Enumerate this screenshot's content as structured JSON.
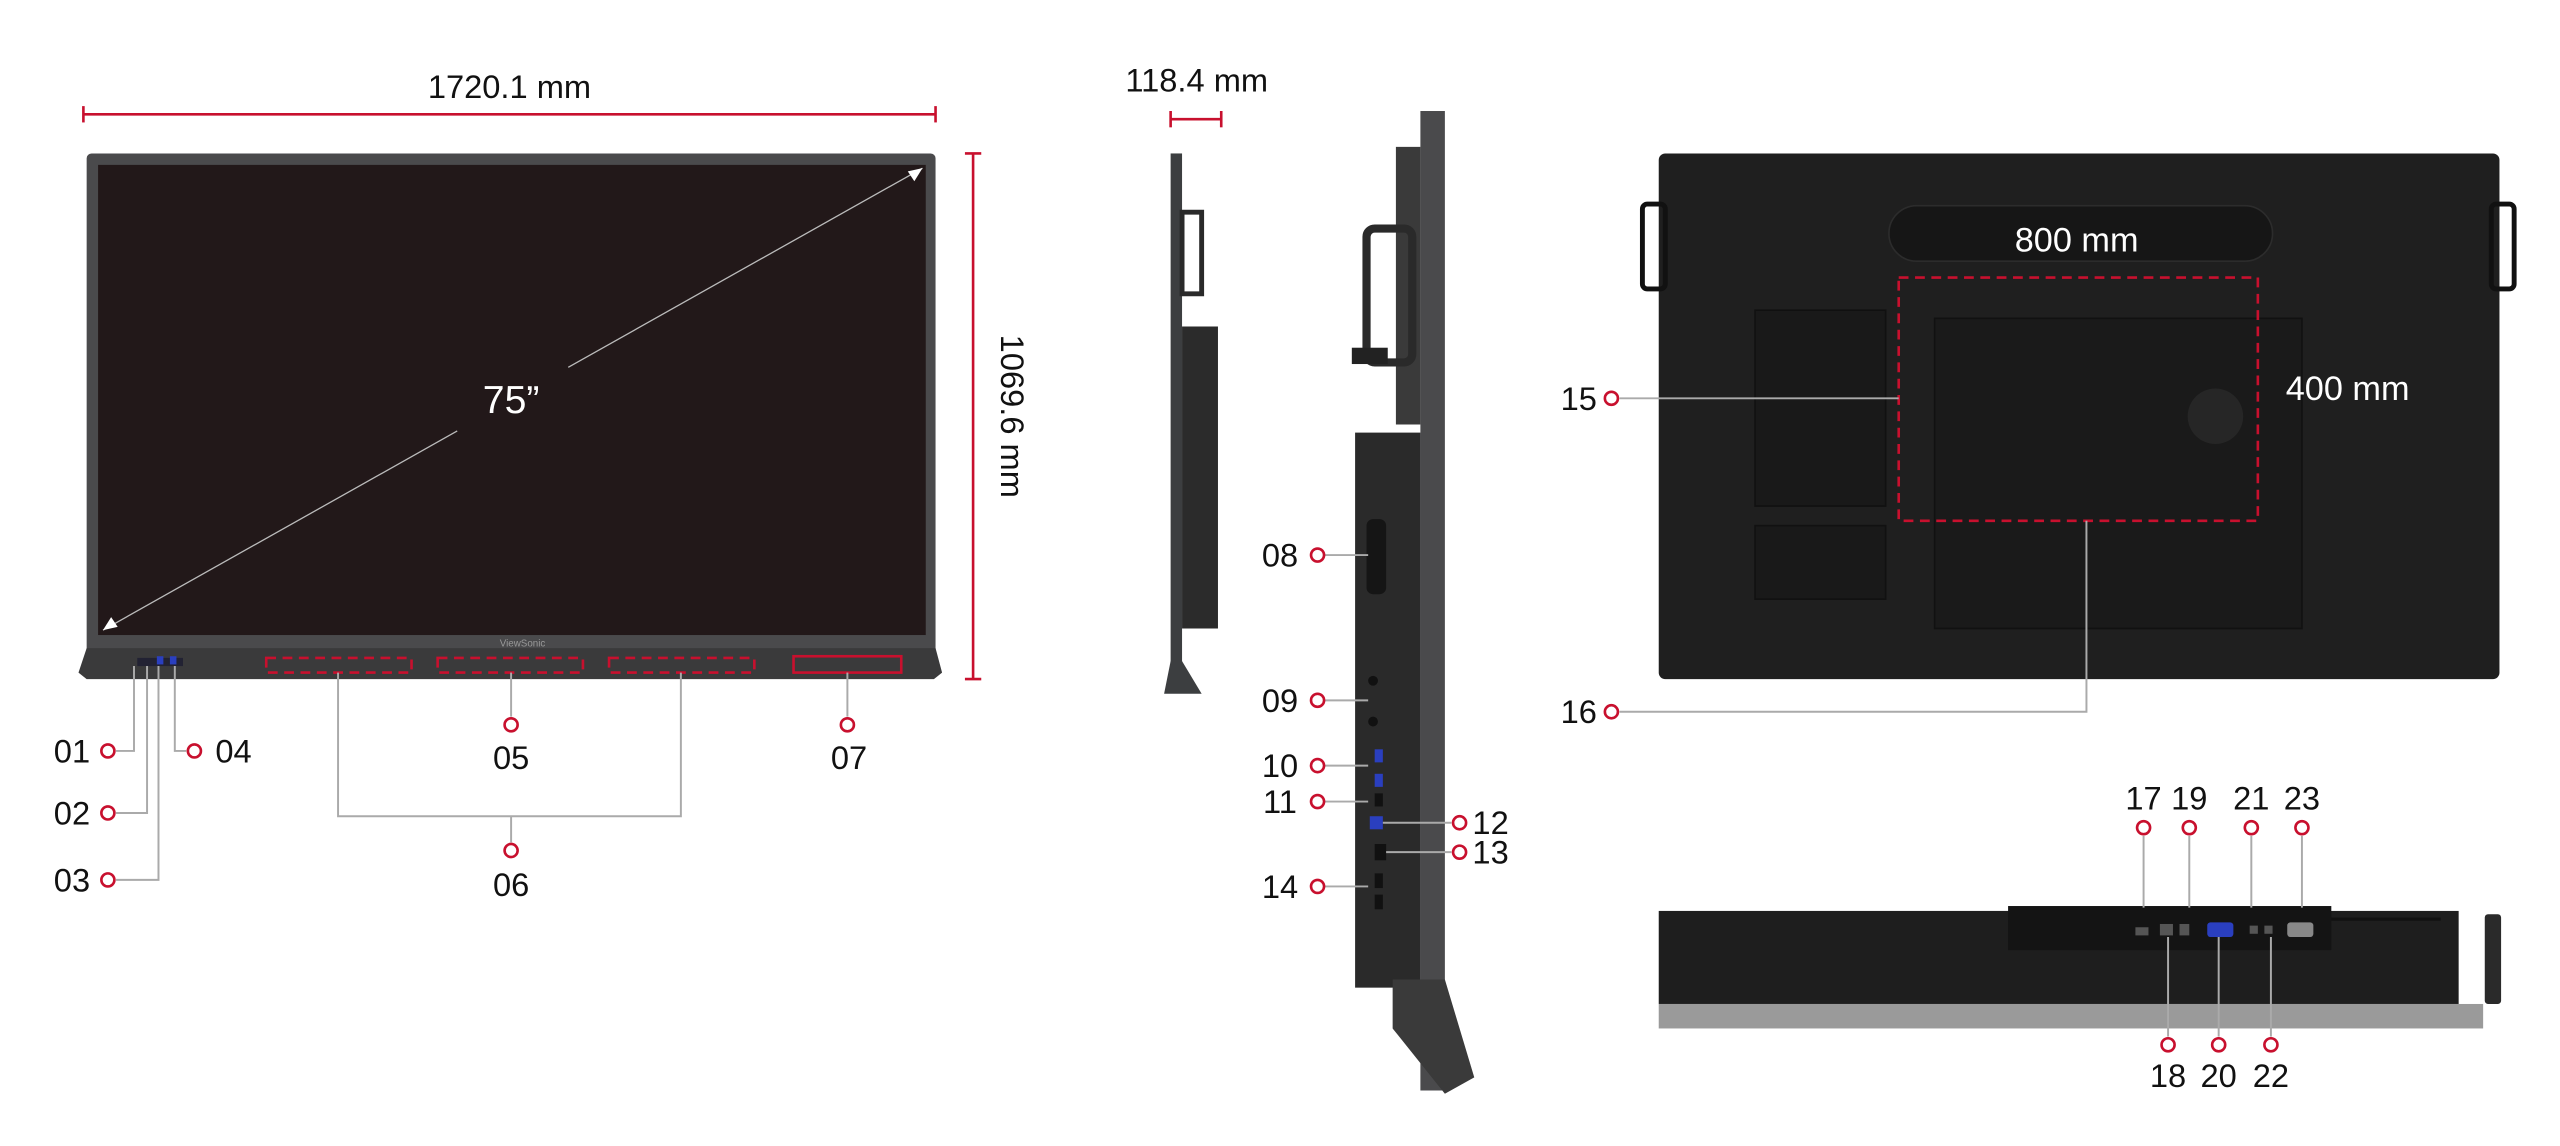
{
  "front_view": {
    "width_label": "1720.1 mm",
    "height_label": "1069.6 mm",
    "diagonal_label": "75”",
    "brand": "ViewSonic"
  },
  "side_view": {
    "depth_label": "118.4 mm"
  },
  "back_view": {
    "vesa_width_label": "800  mm",
    "vesa_height_label": "400  mm"
  },
  "callouts": {
    "c01": "01",
    "c02": "02",
    "c03": "03",
    "c04": "04",
    "c05": "05",
    "c06": "06",
    "c07": "07",
    "c08": "08",
    "c09": "09",
    "c10": "10",
    "c11": "11",
    "c12": "12",
    "c13": "13",
    "c14": "14",
    "c15": "15",
    "c16": "16",
    "c17": "17",
    "c18": "18",
    "c19": "19",
    "c20": "20",
    "c21": "21",
    "c22": "22",
    "c23": "23"
  },
  "colors": {
    "accent": "#c8102e",
    "screen": "#221819",
    "bezel": "#4a4a4c",
    "callout_line": "#aaaaaa"
  }
}
